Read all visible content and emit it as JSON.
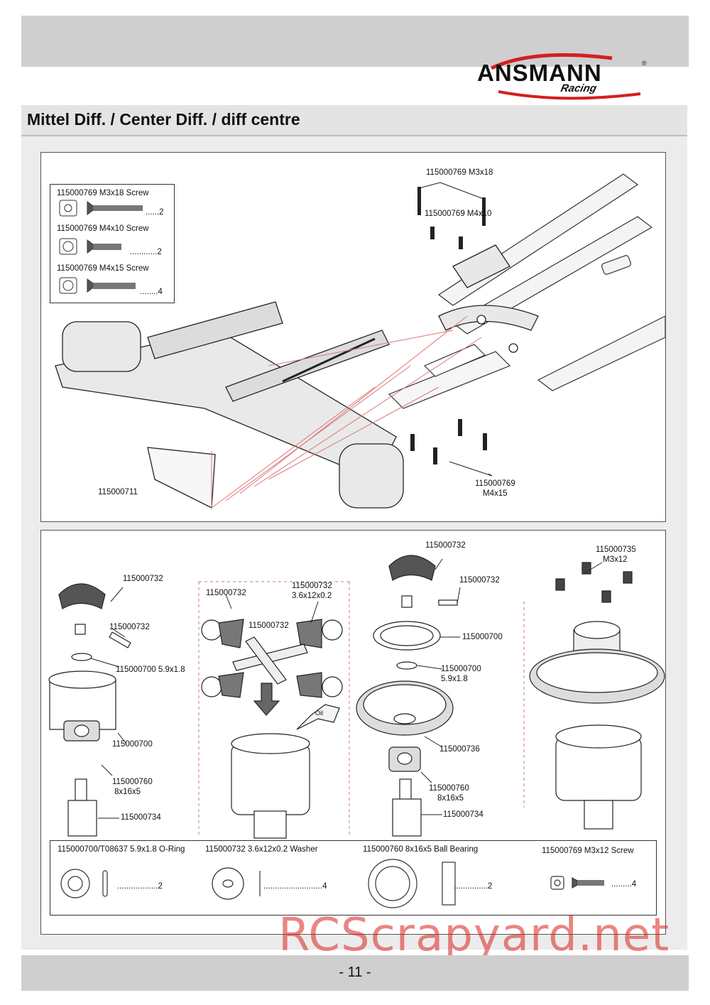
{
  "logo": {
    "word": "ANSMANN",
    "reg": "®",
    "sub": "Racing"
  },
  "title": "Mittel Diff. / Center Diff. / diff centre",
  "top_panel": {
    "parts_box": {
      "items": [
        {
          "label": "115000769  M3x18 Screw",
          "qty": "......2"
        },
        {
          "label": "115000769  M4x10 Screw",
          "qty": "............2"
        },
        {
          "label": "115000769  M4x15 Screw",
          "qty": "........4"
        }
      ]
    },
    "callouts": {
      "m3x18": "115000769 M3x18",
      "m4x10": "115000769 M4x10",
      "m4x15_code": "115000769",
      "m4x15_size": "M4x15",
      "guard": "115000711"
    }
  },
  "bottom_panel": {
    "step1": {
      "gear": "115000732",
      "pin": "115000732",
      "oring": "115000700 5.9x1.8",
      "case": "115000700",
      "bearing_code": "115000760",
      "bearing_size": "8x16x5",
      "outdrive": "115000734"
    },
    "step2": {
      "gears": "115000732",
      "washer_code": "115000732",
      "washer_size": "3.6x12x0.2",
      "cross": "115000732",
      "oil": "Oil"
    },
    "step3": {
      "gear": "115000732",
      "pin": "115000732",
      "gasket": "115000700",
      "oring_code": "115000700",
      "oring_size": "5.9x1.8",
      "spur": "115000736",
      "bearing_code": "115000760",
      "bearing_size": "8x16x5",
      "outdrive": "115000734"
    },
    "step4": {
      "screw_code": "115000735",
      "screw_size": "M3x12"
    },
    "hardware_box": {
      "items": [
        {
          "label": "115000700/T08637  5.9x1.8 O-Ring",
          "qty": "..................2"
        },
        {
          "label": "115000732  3.6x12x0.2 Washer",
          "qty": "..........................4"
        },
        {
          "label": "115000760  8x16x5 Ball Bearing",
          "qty": "...............2"
        },
        {
          "label": "115000769  M3x12 Screw",
          "qty": ".........4"
        }
      ]
    }
  },
  "watermark": "RCScrapyard.net",
  "page_number": "- 11 -"
}
